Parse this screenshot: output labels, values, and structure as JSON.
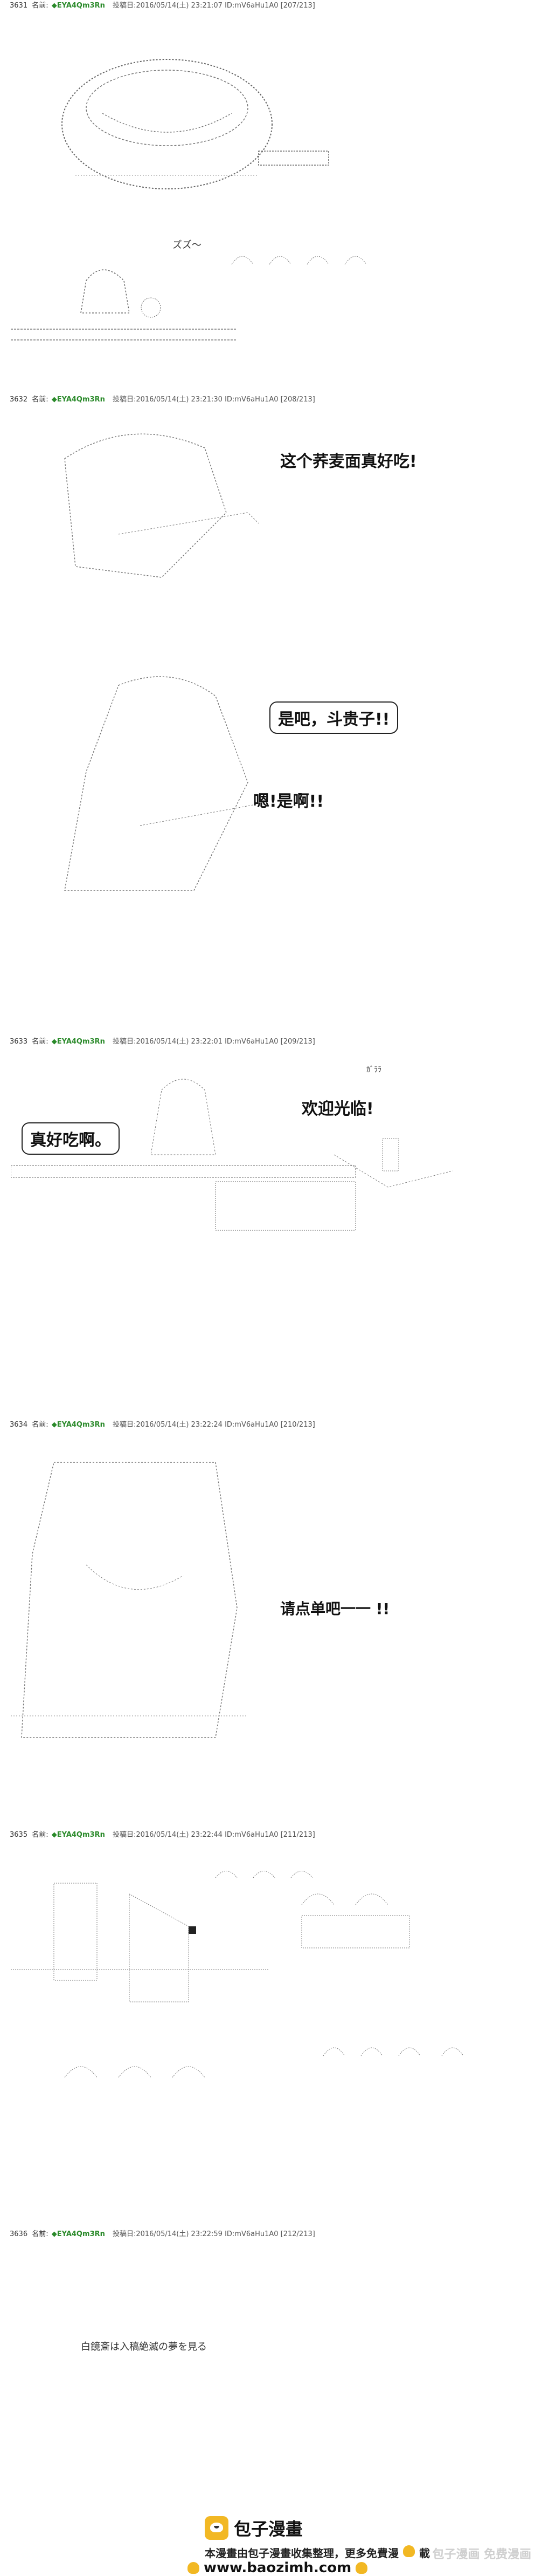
{
  "posts": [
    {
      "num": "3631",
      "name_label": "名前:",
      "trip": "◆EYA4Qm3Rn",
      "meta": "投稿日:2016/05/14(土) 23:21:07 ID:mV6aHu1A0 [207/213]"
    },
    {
      "num": "3632",
      "name_label": "名前:",
      "trip": "◆EYA4Qm3Rn",
      "meta": "投稿日:2016/05/14(土) 23:21:30 ID:mV6aHu1A0 [208/213]"
    },
    {
      "num": "3633",
      "name_label": "名前:",
      "trip": "◆EYA4Qm3Rn",
      "meta": "投稿日:2016/05/14(土) 23:22:01 ID:mV6aHu1A0 [209/213]"
    },
    {
      "num": "3634",
      "name_label": "名前:",
      "trip": "◆EYA4Qm3Rn",
      "meta": "投稿日:2016/05/14(土) 23:22:24 ID:mV6aHu1A0 [210/213]"
    },
    {
      "num": "3635",
      "name_label": "名前:",
      "trip": "◆EYA4Qm3Rn",
      "meta": "投稿日:2016/05/14(土) 23:22:44 ID:mV6aHu1A0 [211/213]"
    },
    {
      "num": "3636",
      "name_label": "名前:",
      "trip": "◆EYA4Qm3Rn",
      "meta": "投稿日:2016/05/14(土) 23:22:59 ID:mV6aHu1A0 [212/213]"
    }
  ],
  "sfx": {
    "slurp": "ズズ～",
    "gara": "ｶﾞﾗﾗ"
  },
  "dialogue": {
    "delicious_soba": "这个荞麦面真好吃!",
    "right_touko": "是吧，斗贵子!!",
    "yeah": "嗯!是啊!!",
    "welcome": "欢迎光临!",
    "tasty": "真好吃啊。",
    "order": "请点单吧一一 !!"
  },
  "caption": "白鏡斎は入稿絶滅の夢を見る",
  "footer": {
    "logo_text": "包子漫畫",
    "line1": "本漫畫由包子漫畫收集整理，更多免費漫",
    "line2_suffix": "載",
    "url": "www.baozimh.com",
    "watermark": "包子漫画 免费漫画"
  }
}
